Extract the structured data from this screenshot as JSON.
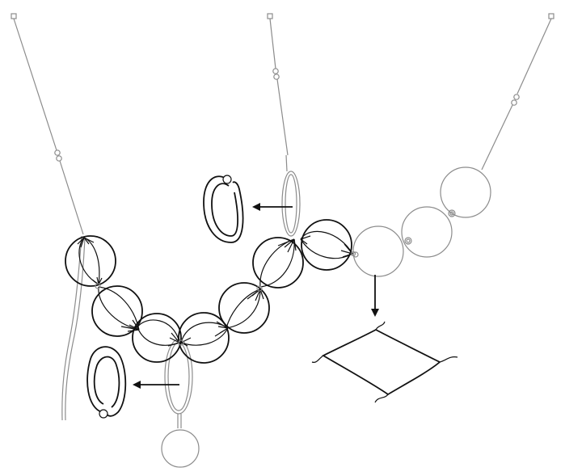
{
  "diagram": {
    "description_elements": [
      "necklace-strand-left",
      "necklace-strand-middle",
      "necklace-strand-right",
      "gathered-fabric-beads",
      "plain-beads",
      "jump-ring-detail-top",
      "jump-ring-detail-bottom",
      "fabric-square-detail"
    ]
  },
  "colors": {
    "ink": "#111111",
    "guide": "#8c8c8c",
    "background": "#ffffff"
  },
  "icons": {
    "ring": "jump-ring-icon",
    "fabric": "fabric-square-icon",
    "arrow": "arrow-icon"
  }
}
